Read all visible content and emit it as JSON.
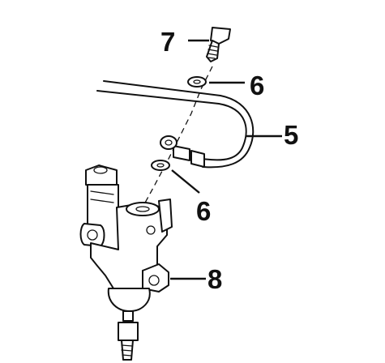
{
  "callouts": {
    "bolt": "7",
    "washer_upper": "6",
    "brake_pipe": "5",
    "washer_lower": "6",
    "valve": "8"
  }
}
